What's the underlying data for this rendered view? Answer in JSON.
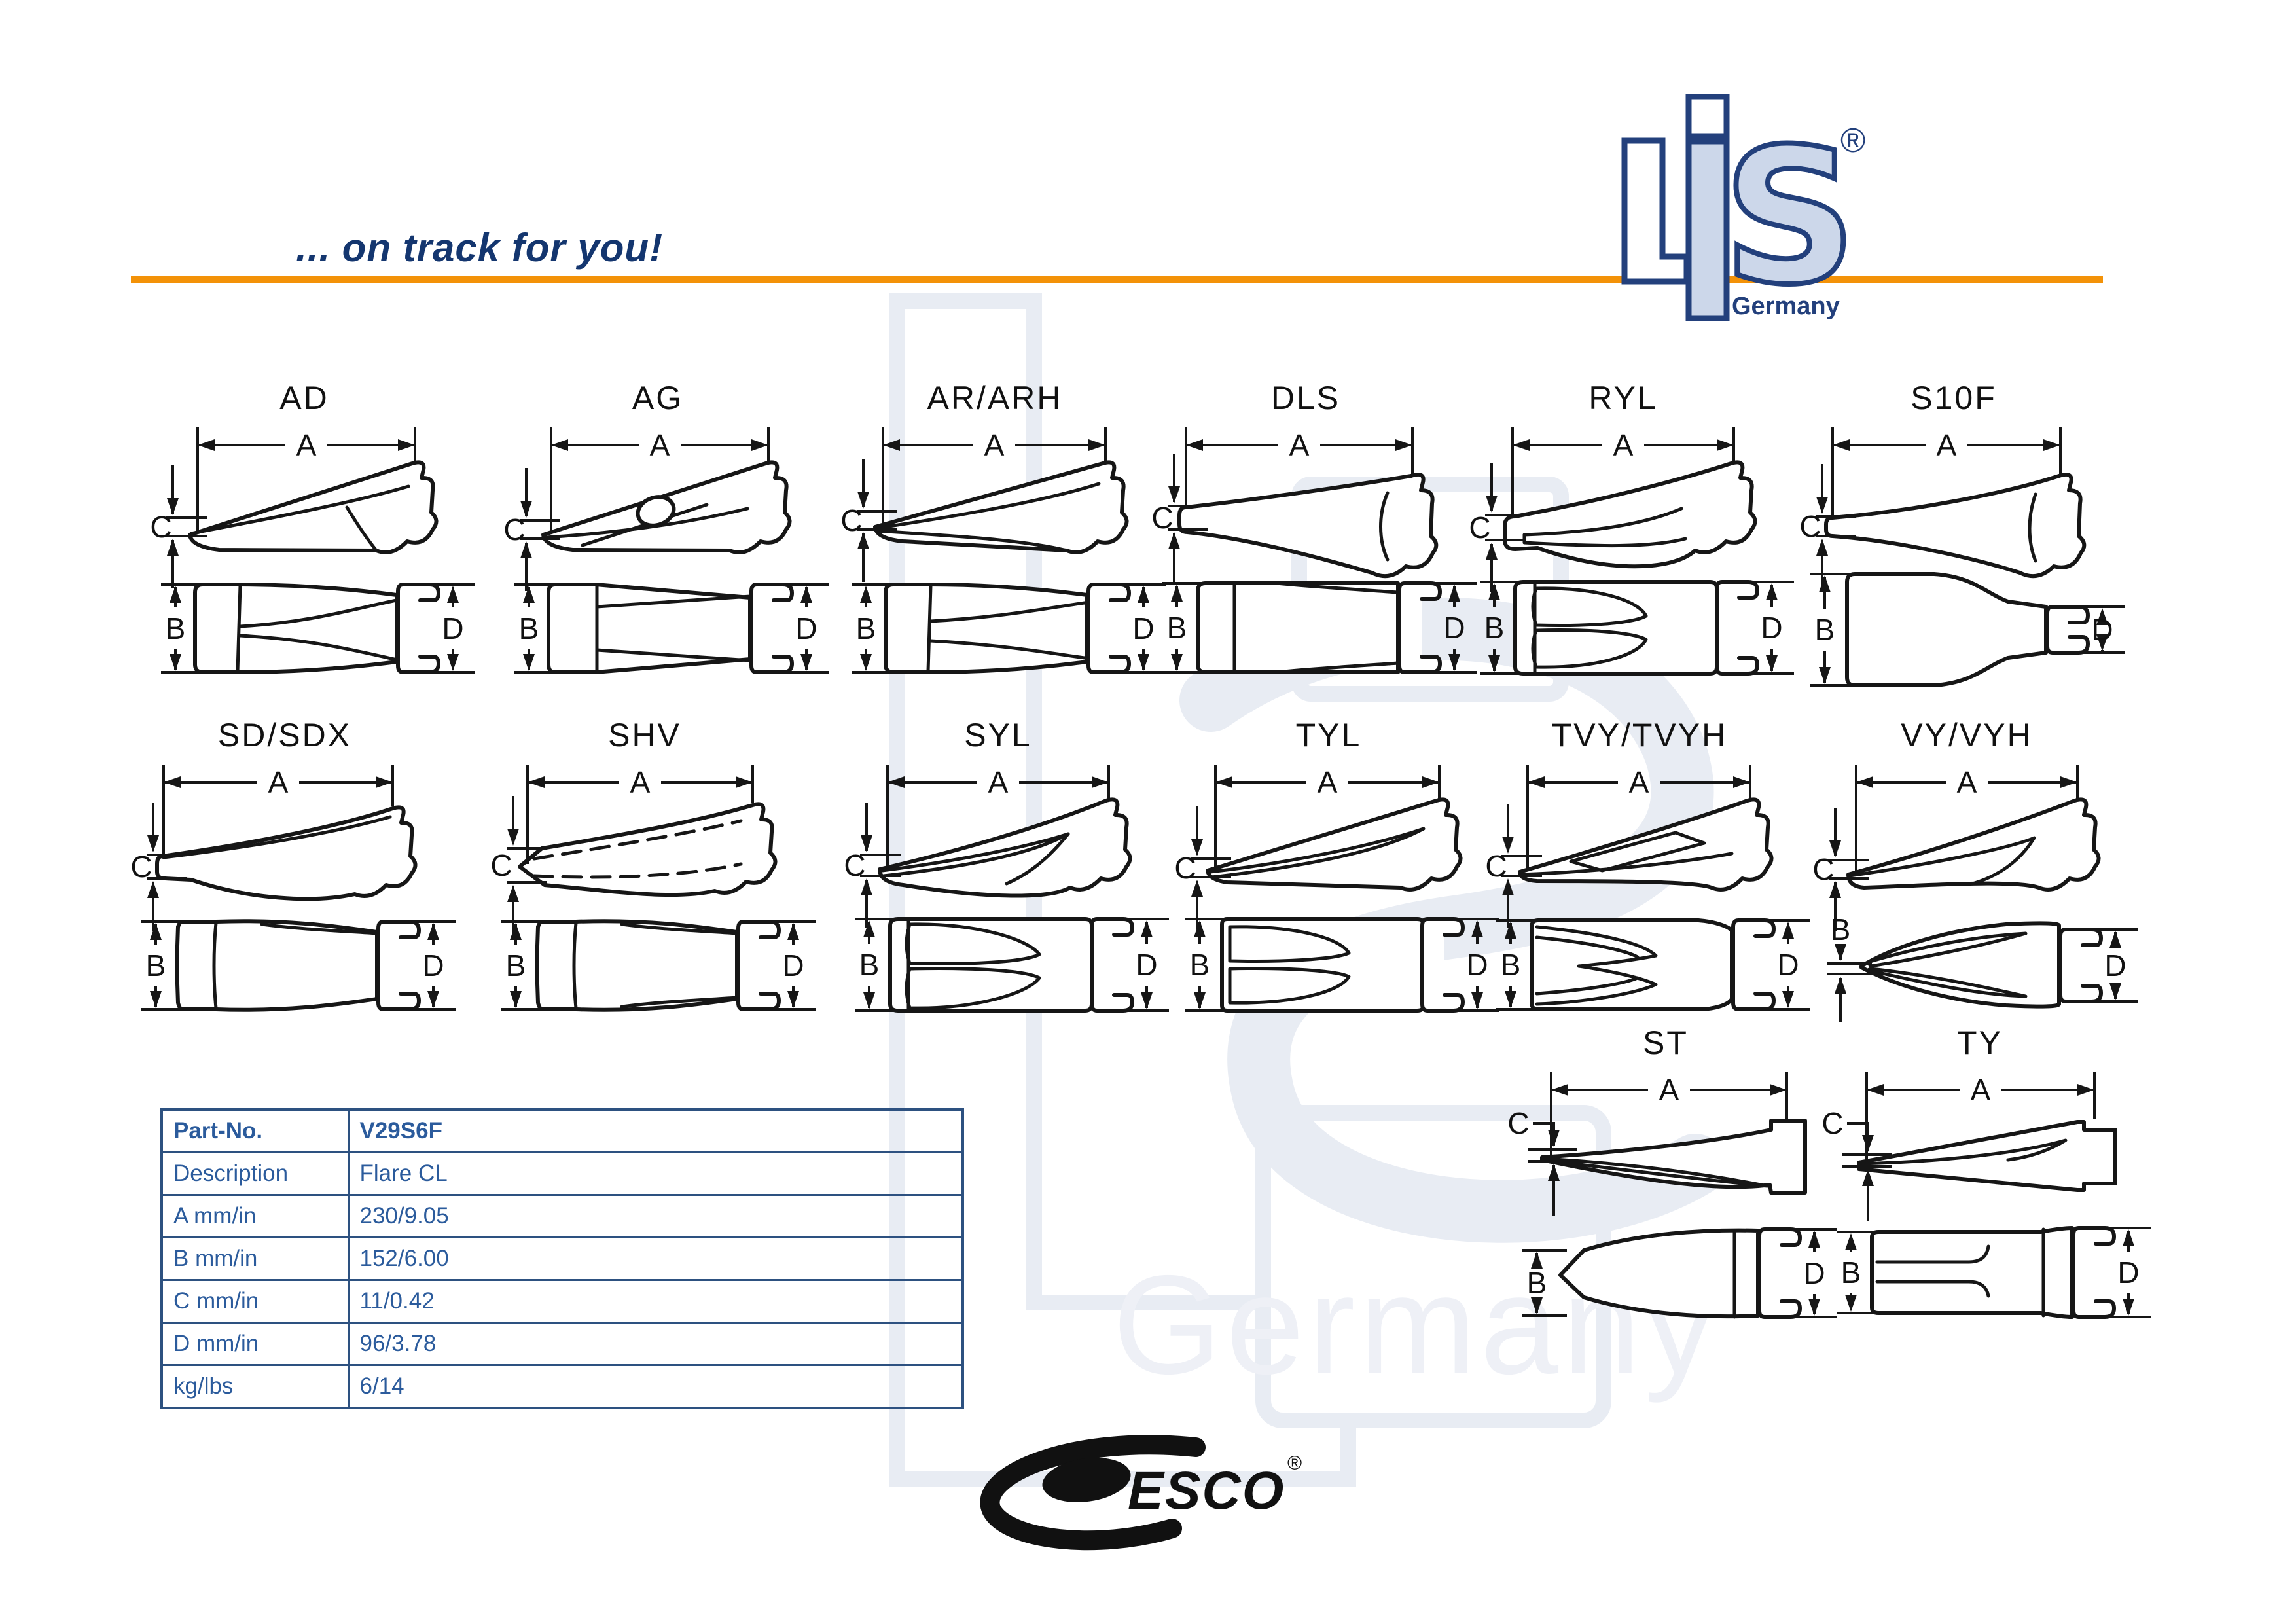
{
  "header": {
    "tagline": "... on track for you!",
    "accent_color": "#F39208"
  },
  "logo": {
    "letter_l": "L",
    "letter_i": "i",
    "letter_s": "S",
    "registered": "®",
    "country": "Germany",
    "navy": "#23407c",
    "light_blue": "#ccd7ea"
  },
  "watermark": {
    "germany": "Germany",
    "color": "#eef0f6"
  },
  "diagrams": {
    "dims": {
      "a": "A",
      "b": "B",
      "c": "C",
      "d": "D"
    },
    "cells": [
      {
        "label": "AD"
      },
      {
        "label": "AG"
      },
      {
        "label": "AR/ARH"
      },
      {
        "label": "DLS"
      },
      {
        "label": "RYL"
      },
      {
        "label": "S10F"
      },
      {
        "label": "SD/SDX"
      },
      {
        "label": "SHV"
      },
      {
        "label": "SYL"
      },
      {
        "label": "TYL"
      },
      {
        "label": "TVY/TVYH"
      },
      {
        "label": "VY/VYH"
      },
      {
        "label": "ST"
      },
      {
        "label": "TY"
      }
    ]
  },
  "table": {
    "rows": [
      {
        "label": "Part-No.",
        "value": "V29S6F"
      },
      {
        "label": "Description",
        "value": "Flare CL"
      },
      {
        "label": "A mm/in",
        "value": "230/9.05"
      },
      {
        "label": "B mm/in",
        "value": "152/6.00"
      },
      {
        "label": "C mm/in",
        "value": "11/0.42"
      },
      {
        "label": "D mm/in",
        "value": "96/3.78"
      },
      {
        "label": "kg/lbs",
        "value": "6/14"
      }
    ],
    "text_color": "#2b5b9c",
    "border_color": "#2d5180"
  },
  "footer": {
    "esco": "ESCO",
    "registered": "®"
  }
}
